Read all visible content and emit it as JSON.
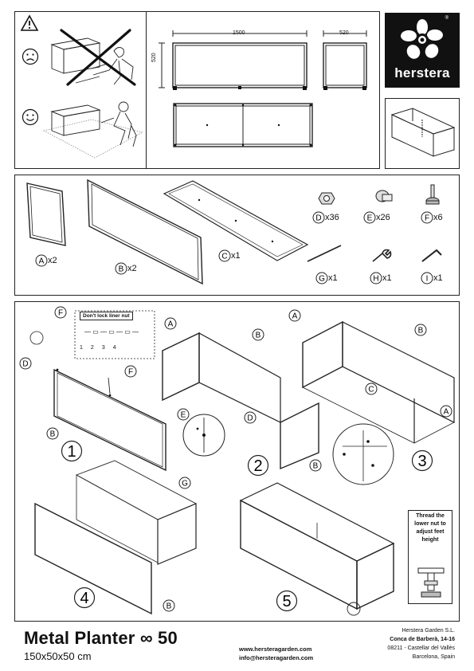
{
  "brand": {
    "name": "herstera",
    "registered": "®"
  },
  "warning_icon": "warning-triangle-icon",
  "faces": {
    "bad": "sad-face-icon",
    "good": "happy-face-icon"
  },
  "dimensions": {
    "length": "1500",
    "height": "520",
    "depth": "520"
  },
  "parts": [
    {
      "letter": "A",
      "qty": "x2"
    },
    {
      "letter": "B",
      "qty": "x2"
    },
    {
      "letter": "C",
      "qty": "x1"
    },
    {
      "letter": "D",
      "qty": "x36"
    },
    {
      "letter": "E",
      "qty": "x26"
    },
    {
      "letter": "F",
      "qty": "x6"
    },
    {
      "letter": "G",
      "qty": "x1"
    },
    {
      "letter": "H",
      "qty": "x1"
    },
    {
      "letter": "I",
      "qty": "x1"
    }
  ],
  "steps": {
    "note_title": "Don't lock liner nut",
    "note_sequence": [
      "1",
      "2",
      "3",
      "4"
    ],
    "thread_note": "Thread the lower nut to adjust feet height",
    "numbers": [
      "1",
      "2",
      "3",
      "4",
      "5"
    ],
    "labels": {
      "A": "A",
      "B": "B",
      "C": "C",
      "D": "D",
      "E": "E",
      "F": "F",
      "G": "G"
    }
  },
  "footer": {
    "title": "Metal Planter ∞ 50",
    "dims": "150x50x50 cm",
    "website": "www.hersteragarden.com",
    "email": "info@hersteragarden.com",
    "company": "Herstera Garden S.L.",
    "street": "Conca de Barberà, 14-16",
    "city": "08211 - Castellar del Vallès",
    "region": "Barcelona, Spain"
  }
}
